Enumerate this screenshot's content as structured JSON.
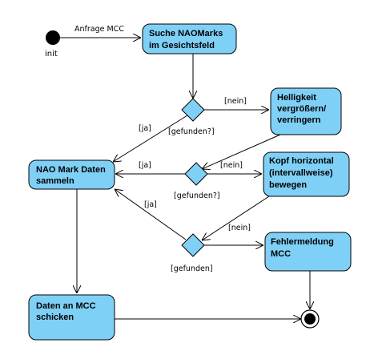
{
  "colors": {
    "action_fill": "#7fd0f6",
    "line": "#000000"
  },
  "nodes": {
    "init_label": "init",
    "search": [
      "Suche NAOMarks",
      "im Gesichtsfeld"
    ],
    "brightness": [
      "Helligkeit",
      "vergrößern/",
      "verringern"
    ],
    "collect": [
      "NAO Mark Daten",
      "sammeln"
    ],
    "head": [
      "Kopf horizontal",
      "(intervallweise)",
      "bewegen"
    ],
    "error": [
      "Fehlermeldung",
      "MCC"
    ],
    "send": [
      "Daten an MCC",
      "schicken"
    ]
  },
  "edges": {
    "request": "Anfrage MCC",
    "no1": "[nein]",
    "yes1": "[ja]",
    "found1": "[gefunden?]",
    "yes2": "[ja]",
    "no2": "[nein]",
    "found2": "[gefunden?]",
    "yes3": "[ja]",
    "no3": "[nein]",
    "found3": "[gefunden]"
  }
}
